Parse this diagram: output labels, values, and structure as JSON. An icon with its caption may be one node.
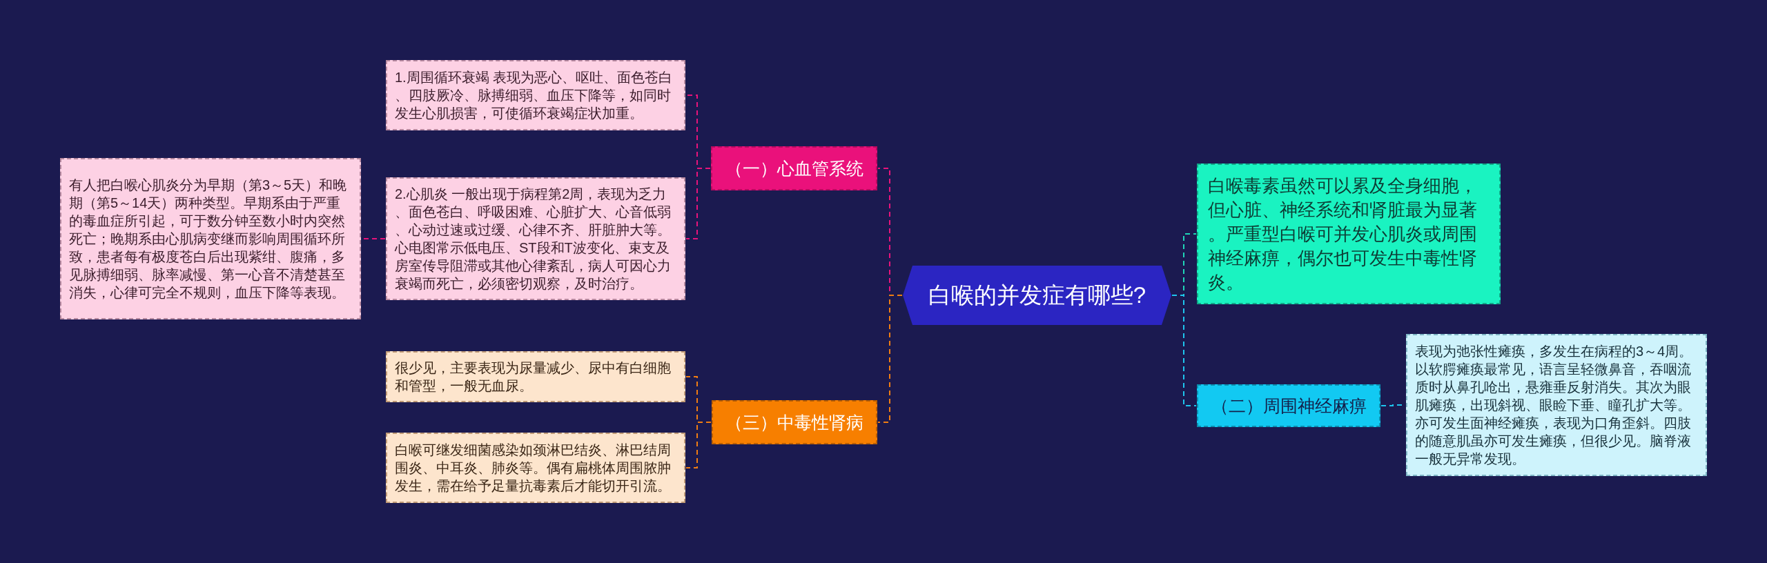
{
  "diagram": {
    "nodes": [
      {
        "text": [
          "白喉的并发症有哪些?"
        ]
      },
      {
        "text": [
          "（一）心血管系统"
        ]
      },
      {
        "text": [
          "1.周围循环衰竭 表现为恶心、呕吐、面色苍白、四肢厥冷、脉搏细弱、血压下降等，如同时发生心肌损害，可使循环衰竭症状加重。"
        ]
      },
      {
        "text": [
          "2.心肌炎 一般出现于病程第2周，表现为乏力、面色苍白、呼吸困难、心脏扩大、心音低弱、心动过速或过缓、心律不齐、肝脏肿大等。心电图常示低电压、ST段和T波变化、束支及房室传导阻滞或其他心律紊乱，病人可因心力衰竭而死亡，必须密切观察，及时治疗。"
        ]
      },
      {
        "text": [
          "有人把白喉心肌炎分为早期（第3～5天）和晚期（第5～14天）两种类型。早期系由于严重的毒血症所引起，可于数分钟至数小时内突然死亡；晚期系由心肌病变继而影响周围循环所致，患者每有极度苍白后出现紫绀、腹痛，多见脉搏细弱、脉率减慢、第一心音不清楚甚至消失，心律可完全不规则，血压下降等表现。"
        ]
      },
      {
        "text": [
          "（三）中毒性肾病"
        ]
      },
      {
        "text": [
          "很少见，主要表现为尿量减少、尿中有白细胞和管型，一般无血尿。"
        ]
      },
      {
        "text": [
          "白喉可继发细菌感染如颈淋巴结炎、淋巴结周围炎、中耳炎、肺炎等。偶有扁桃体周围脓肿发生，需在给予足量抗毒素后才能切开引流。"
        ]
      },
      {
        "text": [
          "白喉毒素虽然可以累及全身细胞，但心脏、神经系统和肾脏最为显著。严重型白喉可并发心肌炎或周围神经麻痹，偶尔也可发生中毒性肾炎。"
        ]
      },
      {
        "text": [
          "（二）周围神经麻痹"
        ]
      },
      {
        "text": [
          "表现为弛张性瘫痪，多发生在病程的3～4周。以软腭瘫痪最常见，语言呈轻微鼻音，吞咽流质时从鼻孔呛出，悬雍垂反射消失。其次为眼肌瘫痪，出现斜视、眼睑下垂、瞳孔扩大等。亦可发生面神经瘫痪，表现为口角歪斜。四肢的随意肌虽亦可发生瘫痪，但很少见。脑脊液一般无异常发现。"
        ]
      }
    ],
    "edges": [
      {
        "from": 0,
        "to": 1,
        "arrow": "none",
        "style": "dashed"
      },
      {
        "from": 1,
        "to": 2,
        "arrow": "none",
        "style": "dashed"
      },
      {
        "from": 1,
        "to": 3,
        "arrow": "none",
        "style": "dashed"
      },
      {
        "from": 3,
        "to": 4,
        "arrow": "none",
        "style": "dashed"
      },
      {
        "from": 0,
        "to": 5,
        "arrow": "none",
        "style": "dashed",
        "color": "#f07d12"
      },
      {
        "from": 5,
        "to": 6,
        "arrow": "none",
        "style": "dashed",
        "color": "#f07d12"
      },
      {
        "from": 5,
        "to": 7,
        "arrow": "none",
        "style": "dashed",
        "color": "#f07d12"
      },
      {
        "from": 0,
        "to": 8,
        "arrow": "none",
        "style": "dashed",
        "color": "#1fd6b8"
      },
      {
        "from": 0,
        "to": 9,
        "arrow": "none",
        "style": "dashed",
        "color": "#1ec6ee"
      },
      {
        "from": 9,
        "to": 10,
        "arrow": "none",
        "style": "dashed",
        "color": "#1ec6ee"
      }
    ]
  }
}
